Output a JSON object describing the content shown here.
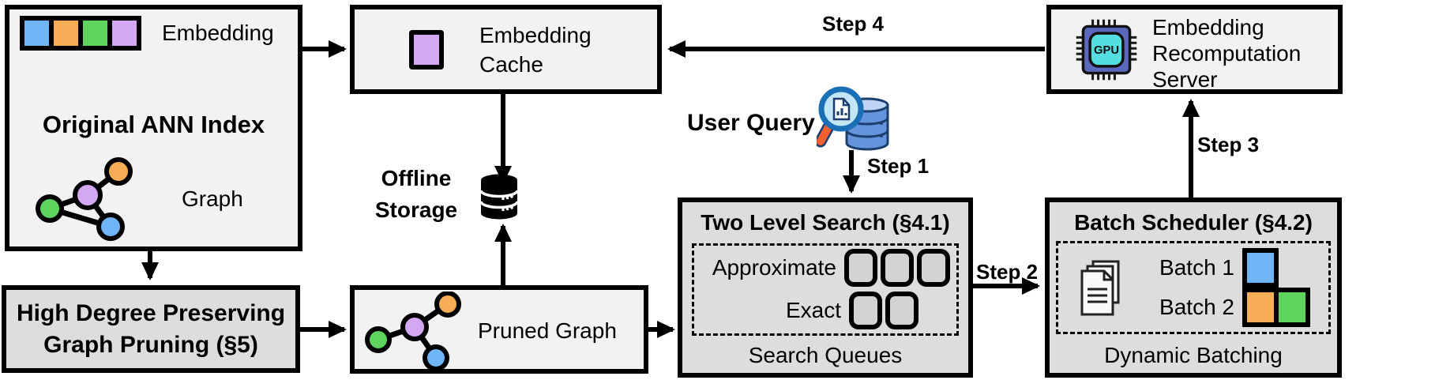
{
  "colors": {
    "blue": "#6FB5F8",
    "orange": "#F7AC55",
    "green": "#5ED45E",
    "purple": "#D4A7F2",
    "box_light": "#F2F2F2",
    "box_dark": "#DDDDDD",
    "queue_fill": "#D3D3D3",
    "chip_body": "#5A68BD",
    "chip_core": "#55DEE2",
    "db_blue": "#6494DC",
    "db_top": "#BFD4F2",
    "db_dark": "#1C3E6E",
    "lens_fill": "#C3E6F7",
    "lens_rim": "#1A6FB5",
    "handle_orange": "#F0602F"
  },
  "original_ann_index": {
    "embedding_label": "Embedding",
    "title": "Original ANN Index",
    "graph_label": "Graph",
    "embedding_cells": [
      "blue",
      "orange",
      "green",
      "purple"
    ]
  },
  "graph_pruning": {
    "line1": "High Degree Preserving",
    "line2": "Graph Pruning (§5)"
  },
  "embedding_cache": {
    "line1": "Embedding",
    "line2": "Cache"
  },
  "offline_storage": {
    "line1": "Offline",
    "line2": "Storage"
  },
  "pruned_graph": {
    "label": "Pruned Graph"
  },
  "user_query": {
    "label": "User Query"
  },
  "two_level_search": {
    "title": "Two Level Search (§4.1)",
    "approximate_label": "Approximate",
    "approximate_slots": 3,
    "exact_label": "Exact",
    "exact_slots": 2,
    "footer": "Search Queues"
  },
  "batch_scheduler": {
    "title": "Batch Scheduler (§4.2)",
    "batch1_label": "Batch 1",
    "batch1_cells": [
      "blue"
    ],
    "batch2_label": "Batch 2",
    "batch2_cells": [
      "orange",
      "green"
    ],
    "footer": "Dynamic Batching"
  },
  "recomputation_server": {
    "line1": "Embedding",
    "line2": "Recomputation",
    "line3": "Server",
    "chip_label": "GPU"
  },
  "steps": {
    "step1": "Step 1",
    "step2": "Step 2",
    "step3": "Step 3",
    "step4": "Step 4"
  },
  "icons": {
    "offline_storage": "database-cylinder",
    "user_query": "magnifier-over-database",
    "recomputation_server": "gpu-chip",
    "batch_scheduler": "document-stack",
    "ann_index": "node-link-graph",
    "pruned": "node-link-graph-pruned"
  }
}
